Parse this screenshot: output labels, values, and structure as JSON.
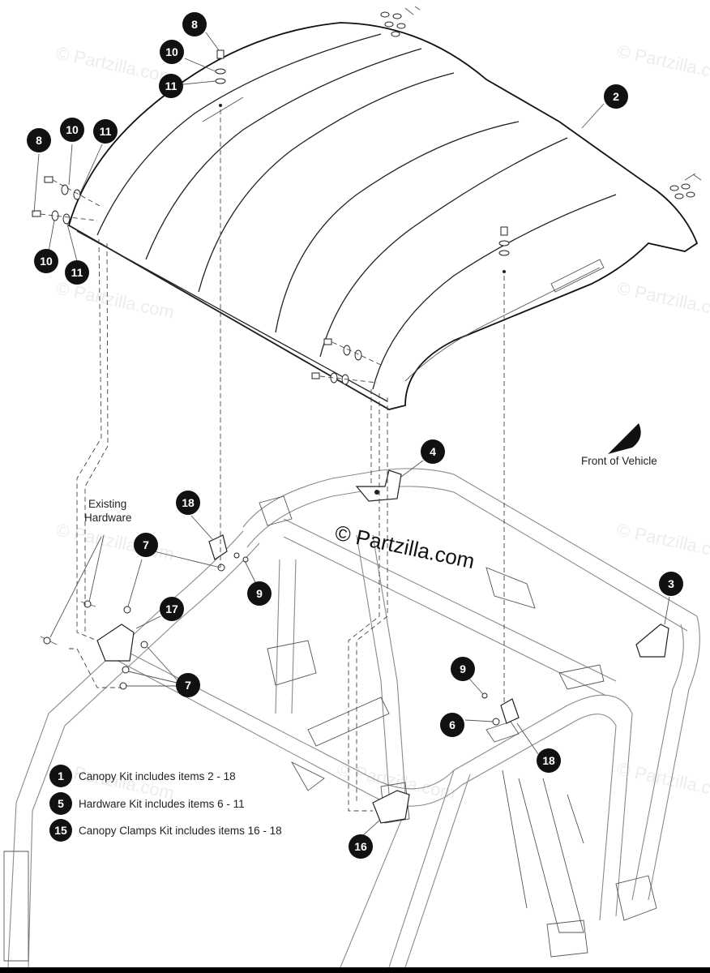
{
  "watermark": "© Partzilla.com",
  "center_watermark": "© Partzilla.com",
  "labels": {
    "front_of_vehicle": "Front of Vehicle",
    "existing_hardware_line1": "Existing",
    "existing_hardware_line2": "Hardware"
  },
  "callouts": {
    "c8a": "8",
    "c10a": "10",
    "c11a": "11",
    "c2": "2",
    "c8b": "8",
    "c10b": "10",
    "c11b": "11",
    "c10c": "10",
    "c11c": "11",
    "c4": "4",
    "c18a": "18",
    "c7a": "7",
    "c9a": "9",
    "c17": "17",
    "c7b": "7",
    "c3": "3",
    "c9b": "9",
    "c6": "6",
    "c18b": "18",
    "c16": "16"
  },
  "legend": [
    {
      "number": "1",
      "text": "Canopy Kit includes items 2 - 18"
    },
    {
      "number": "5",
      "text": "Hardware Kit includes items 6 - 11"
    },
    {
      "number": "15",
      "text": "Canopy Clamps Kit includes items 16 - 18"
    }
  ]
}
